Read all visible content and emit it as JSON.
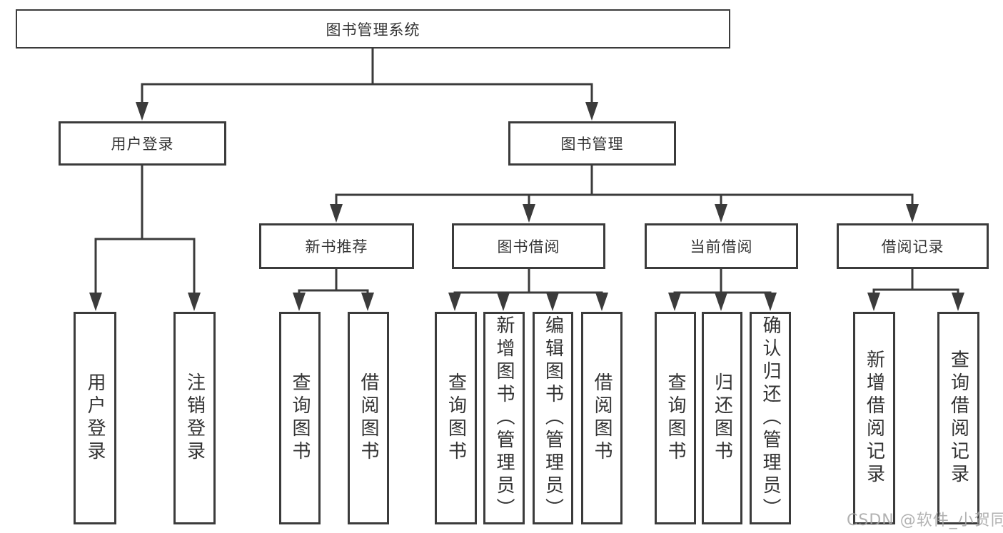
{
  "tree": {
    "root": {
      "label": "图书管理系统"
    },
    "branches": [
      {
        "label": "用户登录",
        "children": [
          {
            "label": "用户登录"
          },
          {
            "label": "注销登录"
          }
        ]
      },
      {
        "label": "图书管理",
        "children": [
          {
            "label": "新书推荐",
            "children": [
              {
                "label": "查询图书"
              },
              {
                "label": "借阅图书"
              }
            ]
          },
          {
            "label": "图书借阅",
            "children": [
              {
                "label": "查询图书"
              },
              {
                "label": "新增图书（管理员）"
              },
              {
                "label": "编辑图书（管理员）"
              },
              {
                "label": "借阅图书"
              }
            ]
          },
          {
            "label": "当前借阅",
            "children": [
              {
                "label": "查询图书"
              },
              {
                "label": "归还图书"
              },
              {
                "label": "确认归还（管理员）"
              }
            ]
          },
          {
            "label": "借阅记录",
            "children": [
              {
                "label": "新增借阅记录"
              },
              {
                "label": "查询借阅记录"
              }
            ]
          }
        ]
      }
    ]
  },
  "watermark": "CSDN @软件_小贺同学",
  "colors": {
    "line": "#3b3b3b",
    "text": "#333333",
    "background": "#ffffff",
    "watermark": "#a5a5a5"
  }
}
